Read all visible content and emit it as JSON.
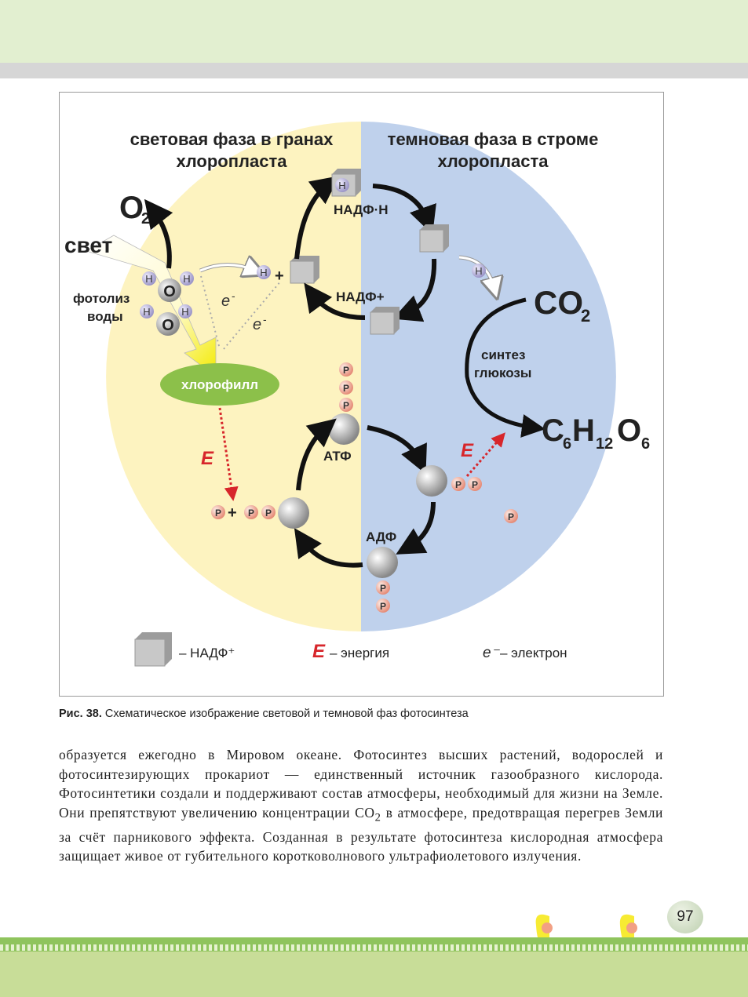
{
  "diagram": {
    "light_title_1": "световая фаза в гранах",
    "light_title_2": "хлоропласта",
    "dark_title_1": "темновая фаза в строме",
    "dark_title_2": "хлоропласта",
    "o2": "O",
    "o2_sub": "2",
    "light": "свет",
    "photolysis_1": "фотолиз",
    "photolysis_2": "воды",
    "h": "H",
    "o": "O",
    "electron": "e",
    "minus": "-",
    "plus": "+",
    "chlorophyll": "хлорофилл",
    "nadph": "НАДФ·Н",
    "nadp": "НАДФ+",
    "co2": "CO",
    "co2_sub": "2",
    "synth_1": "синтез",
    "synth_2": "глюкозы",
    "glucose_c": "C",
    "glucose_6a": "6",
    "glucose_h": "H",
    "glucose_12": "12",
    "glucose_o": "O",
    "glucose_6b": "6",
    "energy": "E",
    "atp": "АТФ",
    "adp": "АДФ",
    "phosphate": "P",
    "colors": {
      "light_phase": "#fdf3c0",
      "dark_phase": "#bfd1ec",
      "chlorophyll": "#8cc04a",
      "energy": "#d7262b"
    }
  },
  "legend": {
    "nadp": "– НАДФ⁺",
    "energy_symbol": "E",
    "energy": "– энергия",
    "electron_symbol": "e⁻",
    "electron": "– электрон"
  },
  "caption": {
    "label": "Рис. 38.",
    "text": " Схематическое изображение световой и темновой фаз фотосинтеза"
  },
  "body": {
    "part1": "образуется ежегодно в Мировом океане. Фотосинтез высших растений, водорослей и фотосинтезирующих прокариот — единственный источник газообразного кислорода. Фотосинтетики создали и поддерживают состав атмосферы, необходимый для жизни на Земле. Они препятствуют увеличению концентрации CO",
    "sub": "2",
    "part2": " в атмосфере, предотвращая перегрев Земли за счёт парникового эффекта. Созданная в результате фотосинтеза кислородная атмосфера защищает живое от губительного коротковолнового ультрафиолетового излучения."
  },
  "page_number": "97"
}
